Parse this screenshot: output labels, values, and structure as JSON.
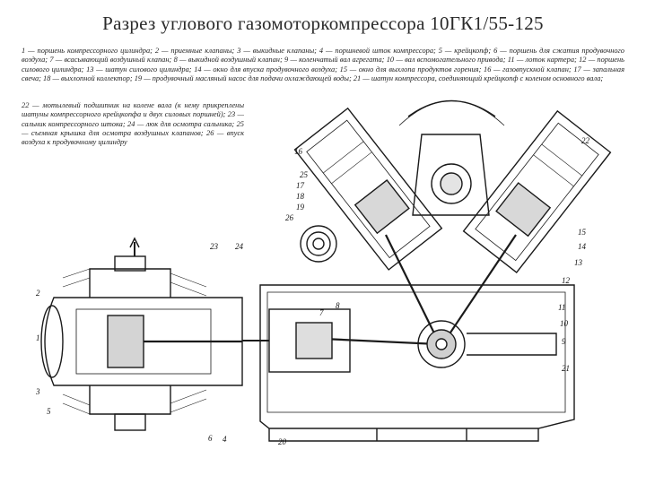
{
  "slide": {
    "title": "Разрез углового газомоторкомпрессора 10ГК1/55-125"
  },
  "legend": {
    "main": "1 — поршень компрессорного цилиндра; 2 — приемные клапаны; 3 — выкидные клапаны; 4 — поршневой шток компрессора; 5 — крейцкопф; 6 — поршень для сжатия продувочного воздуха; 7 — всасывающий воздушный клапан; 8 — выкидной воздушный клапан; 9 — коленчатый вал агрегата; 10 — вал вспомогательного привода; 11 — лоток картера; 12 — поршень силового цилиндра; 13 — шатун силового цилиндра; 14 — окно для впуска продувочного воздуха; 15 — окно для выхлопа продуктов горения; 16 — газовпускной клапан; 17 — запальная свеча; 18 — выхлопной коллектор; 19 — продувочный масляный насос для подачи охлаждающей воды; 21 — шатун компрессора, соединяющий крейцкопф с коленом основного вала;",
    "continued": "22 — мотылевый подшипник на колене вала (к нему прикреплены шатуны компрессорного крейцкопфа и двух силовых поршней); 23 — сальник компрессорного штока; 24 — люк для осмотра сальника; 25 — съемная крышка для осмотра воздушных клапанов; 26 — впуск воздуха к продувочному цилиндру"
  },
  "callouts": [
    "1",
    "2",
    "3",
    "4",
    "5",
    "6",
    "7",
    "8",
    "9",
    "10",
    "11",
    "12",
    "13",
    "14",
    "15",
    "16",
    "17",
    "18",
    "19",
    "20",
    "21",
    "22",
    "23",
    "24",
    "25",
    "26"
  ]
}
